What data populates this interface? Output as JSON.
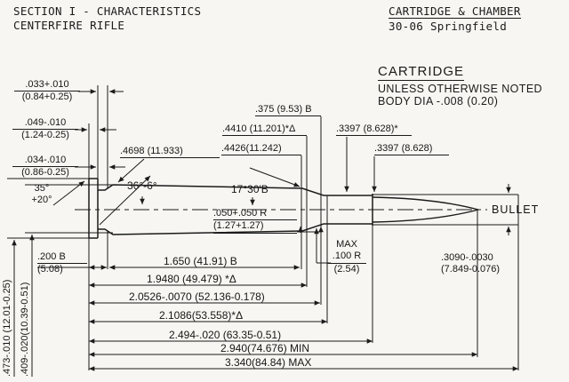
{
  "header": {
    "section_line1": "SECTION I - CHARACTERISTICS",
    "section_line2": "CENTERFIRE RIFLE",
    "right_title": "CARTRIDGE & CHAMBER",
    "right_subtitle": "30-06 Springfield"
  },
  "cartridge_block": {
    "title": "CARTRIDGE",
    "note_line1": "UNLESS OTHERWISE NOTED",
    "note_line2": "BODY DIA -.008 (0.20)"
  },
  "labels": {
    "callout_rim_1": {
      "in": ".033+.010",
      "mm": "(0.84+0.25)"
    },
    "callout_rim_2": {
      "in": ".049-.010",
      "mm": "(1.24-0.25)"
    },
    "callout_rim_3": {
      "in": ".034-.010",
      "mm": "(0.86-0.25)"
    },
    "base_dia": ".4698 (11.933)",
    "neck_dia_basic": ".375 (9.53) B",
    "shoulder_dia_delta": ".4410 (11.201)*Δ",
    "shoulder_dia": ".4426(11.242)",
    "neck_dia_star": ".3397 (8.628)*",
    "neck_dia": ".3397 (8.628)",
    "bevel_angle": {
      "line1": "35°",
      "line2": "+20°"
    },
    "groove_angle": "36°-6°",
    "shoulder_angle": "17°30'B",
    "junction_radius": {
      "in": ".050+.050 R",
      "mm": "(1.27+1.27)"
    },
    "neck_radius": {
      "line1": "MAX",
      "line2": ".100 R",
      "line3": "(2.54)"
    },
    "bullet_label": "BULLET",
    "bullet_dia": {
      "in": ".3090-.0030",
      "mm": "(7.849-0.076)"
    },
    "len_200": {
      "in": ".200 B",
      "mm": "(5.08)"
    },
    "len_1650": "1.650 (41.91) B",
    "len_19480": "1.9480 (49.479) *Δ",
    "len_20526": "2.0526-.0070 (52.136-0.178)",
    "len_21086": "2.1086(53.558)*Δ",
    "len_2494": "2.494-.020 (63.35-0.51)",
    "len_2940": "2.940(74.676) MIN",
    "len_3340": "3.340(84.84) MAX",
    "rim_dia_rot": ".473-.010 (12.01-0.25)",
    "body_dia_rot": ".409-.020(10.39-0.51)"
  }
}
